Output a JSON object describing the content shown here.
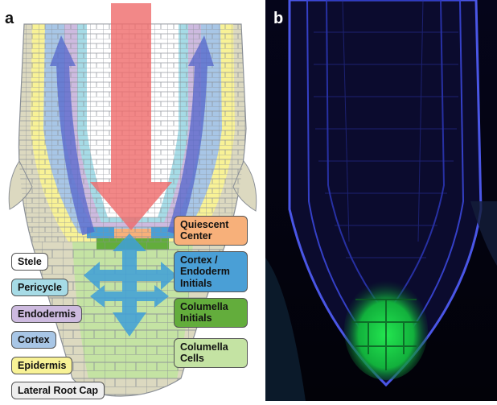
{
  "panels": {
    "a": "a",
    "b": "b"
  },
  "legend_left": [
    {
      "text": "Stele",
      "color": "#ffffff"
    },
    {
      "text": "Pericycle",
      "color": "#a6dbe6"
    },
    {
      "text": "Endodermis",
      "color": "#cdbadf"
    },
    {
      "text": "Cortex",
      "color": "#a8c6e6"
    },
    {
      "text": "Epidermis",
      "color": "#f8f296"
    },
    {
      "text": "Lateral Root Cap",
      "color": "#eeeeee"
    }
  ],
  "legend_right": [
    {
      "text": "Quiescent Center",
      "color": "#f7b07a"
    },
    {
      "text": "Cortex / Endoderm Initials",
      "color": "#4a9fd6"
    },
    {
      "text": "Columella Initials",
      "color": "#63ad3c"
    },
    {
      "text": "Columella Cells",
      "color": "#c4e3a3"
    }
  ],
  "colors": {
    "lateral_root_cap": "#dcd9c0",
    "stele": "#ffffff",
    "pericycle": "#a6dbe6",
    "endodermis": "#cdbadf",
    "cortex": "#a8c6e6",
    "epidermis": "#f8f296",
    "columella": "#c4e3a3",
    "red_arrow": "#ef6a6a",
    "blue_arrow": "#5566cc",
    "cyan_arrow": "#3f9fd9",
    "green_fluor": "#19d14a",
    "blue_fluor": "#3a46d8"
  }
}
